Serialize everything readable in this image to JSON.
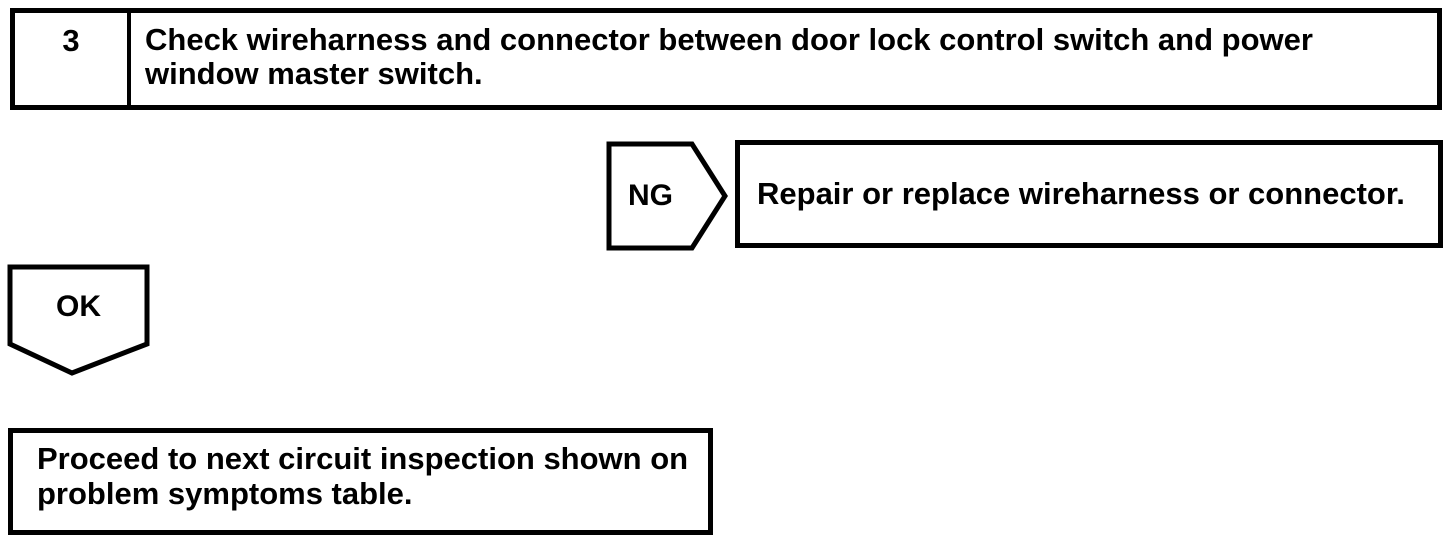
{
  "colors": {
    "ink": "#000000",
    "paper": "#ffffff"
  },
  "flowchart": {
    "step": {
      "number": "3",
      "instruction": "Check wireharness and connector between door lock control switch and power window master switch."
    },
    "ng": {
      "label": "NG",
      "action": "Repair or replace wireharness or connector."
    },
    "ok": {
      "label": "OK",
      "action": "Proceed to next circuit inspection shown on problem symptoms table."
    }
  }
}
